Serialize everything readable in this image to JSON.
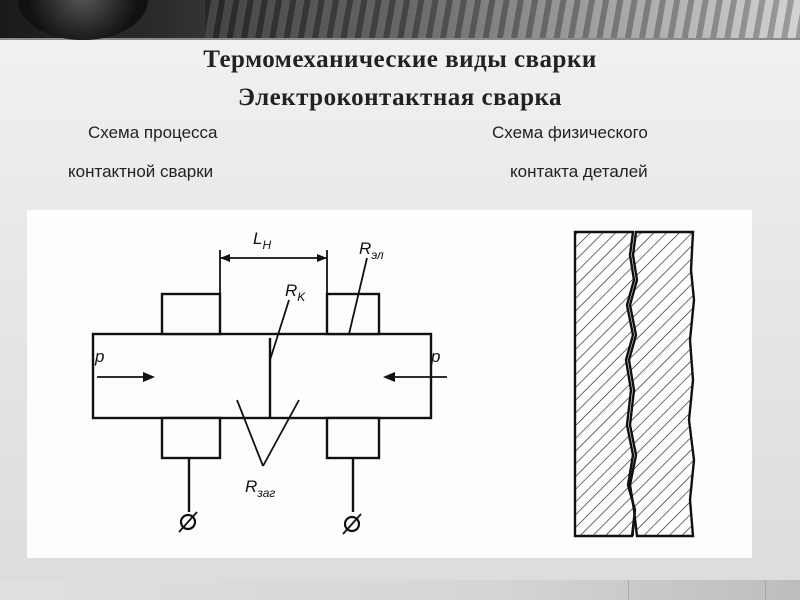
{
  "slide": {
    "title_line1": "Термомеханические виды сварки",
    "title_line2": "Электроконтактная сварка"
  },
  "left_caption": {
    "line1": "Схема процесса",
    "line2": "контактной сварки"
  },
  "right_caption": {
    "line1": "Схема физического",
    "line2": "контакта деталей"
  },
  "diagram_labels": {
    "L": "L",
    "L_sub": "Н",
    "R_k": "R",
    "R_k_sub": "K",
    "R_el": "R",
    "R_el_sub": "эл",
    "R_zag": "R",
    "R_zag_sub": "заг",
    "p_left": "p",
    "p_right": "p",
    "terminal_left": "ø",
    "terminal_right": "ø"
  }
}
